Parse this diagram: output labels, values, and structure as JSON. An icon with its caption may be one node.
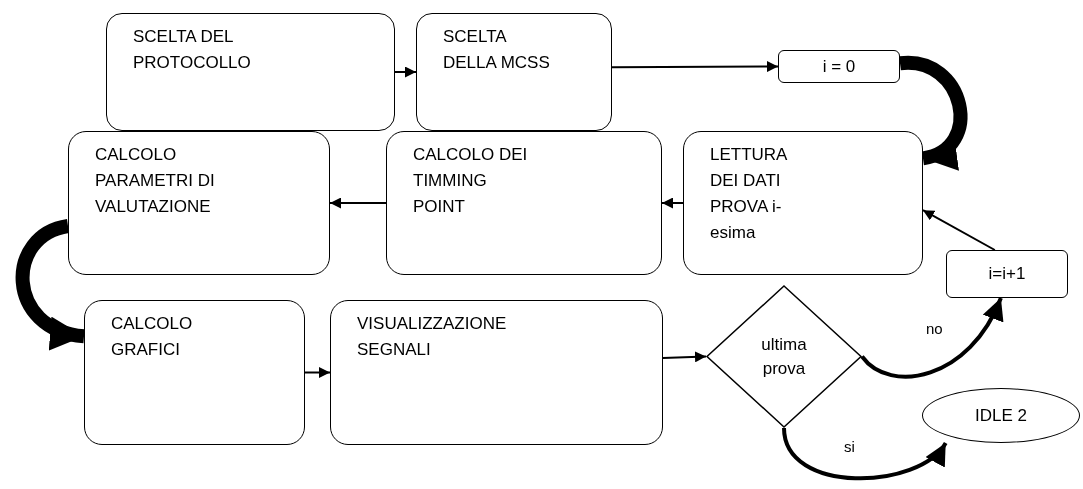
{
  "diagram": {
    "nodes": [
      {
        "text": [
          "SCELTA DEL PROTOCOLLO"
        ]
      },
      {
        "text": [
          "SCELTA DELLA MCSS"
        ]
      },
      {
        "text": [
          "i = 0"
        ]
      },
      {
        "text": [
          "LETTURA DEI DATI PROVA i-esima"
        ]
      },
      {
        "text": [
          "CALCOLO DEI TIMMING POINT"
        ]
      },
      {
        "text": [
          "CALCOLO PARAMETRI DI VALUTAZIONE"
        ]
      },
      {
        "text": [
          "CALCOLO GRAFICI"
        ]
      },
      {
        "text": [
          "VISUALIZZAZIONE SEGNALI"
        ]
      },
      {
        "text": [
          "ultima prova"
        ]
      },
      {
        "text": [
          "i=i+1"
        ]
      },
      {
        "text": [
          "IDLE 2"
        ]
      }
    ],
    "edges": [
      {
        "from": 0,
        "to": 1,
        "arrow": "to"
      },
      {
        "from": 1,
        "to": 2,
        "arrow": "to"
      },
      {
        "from": 2,
        "to": 3,
        "arrow": "to",
        "style": "thick"
      },
      {
        "from": 9,
        "to": 3,
        "arrow": "to"
      },
      {
        "from": 3,
        "to": 4,
        "arrow": "to"
      },
      {
        "from": 4,
        "to": 5,
        "arrow": "to"
      },
      {
        "from": 5,
        "to": 6,
        "arrow": "to",
        "style": "thick"
      },
      {
        "from": 6,
        "to": 7,
        "arrow": "to"
      },
      {
        "from": 7,
        "to": 8,
        "arrow": "to"
      },
      {
        "from": 8,
        "to": 9,
        "arrow": "to",
        "label": "no",
        "style": "thick"
      },
      {
        "from": 8,
        "to": 10,
        "arrow": "to",
        "label": "si",
        "style": "thick"
      }
    ]
  }
}
